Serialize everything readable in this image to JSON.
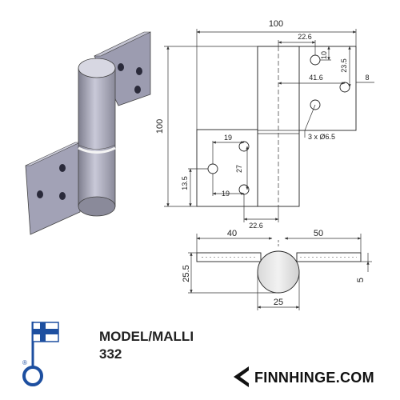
{
  "model": {
    "label": "MODEL/MALLI",
    "number": "332"
  },
  "brand": {
    "name": "FINNHINGE.COM",
    "registered": "®"
  },
  "dimensions": {
    "overall_width": "100",
    "overall_height": "100",
    "hole_x_offset": "22.6",
    "hole_pitch_v": "10",
    "hole_spacing": "23.5",
    "hole_from_pin": "41.6",
    "hole_edge": "8",
    "holes": "3 x Ø6.5",
    "lower_hole_top": "19",
    "lower_hole_bottom": "19",
    "lower_hole_gap": "27",
    "lower_hole_edge": "13.5",
    "lower_offset": "22.6",
    "leaf_left": "40",
    "leaf_right": "50",
    "knuckle_height": "25.5",
    "leaf_thickness": "5",
    "knuckle_diameter": "25"
  },
  "colors": {
    "flag_blue": "#1d4fa0",
    "metal": "#b4b4c4",
    "ink": "#222222"
  }
}
